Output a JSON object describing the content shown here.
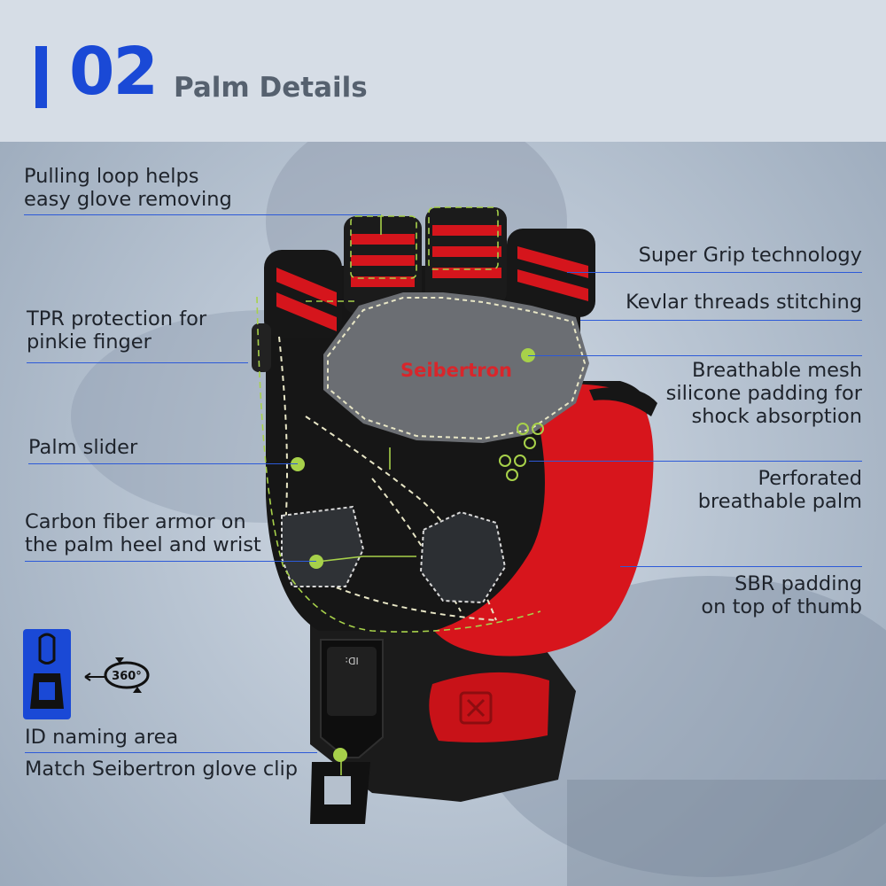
{
  "header": {
    "number": "02",
    "title": "Palm Details"
  },
  "callouts": {
    "pulling_loop": [
      "Pulling loop helps",
      "easy glove removing"
    ],
    "super_grip": "Super Grip technology",
    "kevlar": "Kevlar threads stitching",
    "tpr": [
      "TPR protection for",
      "pinkie finger"
    ],
    "breathable_mesh": [
      "Breathable mesh",
      "silicone padding for",
      "shock absorption"
    ],
    "palm_slider": "Palm slider",
    "perforated": [
      "Perforated",
      "breathable palm"
    ],
    "carbon_fiber": [
      "Carbon fiber armor on",
      "the palm heel and wrist"
    ],
    "sbr": [
      "SBR padding",
      "on top of thumb"
    ],
    "id_naming": "ID naming area",
    "glove_clip": "Match Seibertron glove clip"
  },
  "glove": {
    "brand_print": "Seibertron",
    "id_tag_text": "ID:"
  },
  "rotation_badge": "360°",
  "colors": {
    "accent_blue": "#1a49d6",
    "glove_red": "#d5151c",
    "glove_black": "#141414",
    "marker_green": "#a7d14a"
  }
}
